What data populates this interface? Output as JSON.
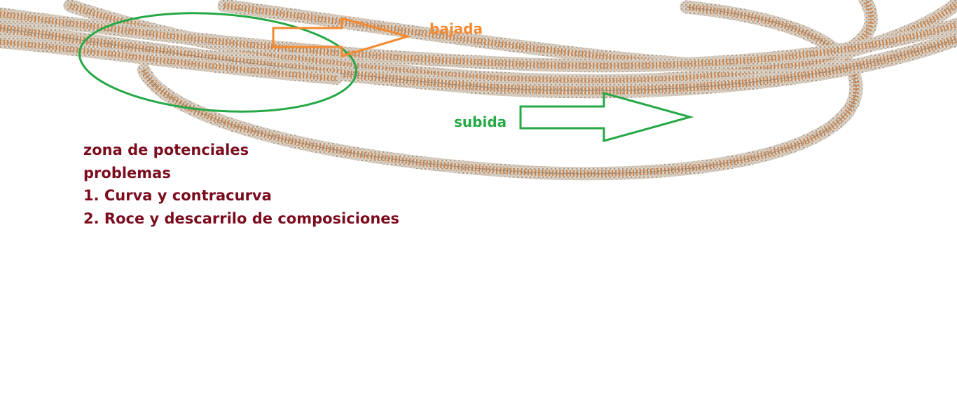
{
  "colors": {
    "ballast": "#cdbfae",
    "ballast_dark": "#a89888",
    "sleepers": "#c9854f",
    "rail": "#8d7766",
    "orange": "#f5892f",
    "green": "#25a846",
    "note_text": "#7b0c1e"
  },
  "labels": {
    "descent": "bajada",
    "ascent": "subida"
  },
  "notes": {
    "line1": "zona de potenciales",
    "line2": "problemas",
    "line3": "1. Curva y contracurva",
    "line4": "2. Roce y descarrilo de composiciones"
  }
}
